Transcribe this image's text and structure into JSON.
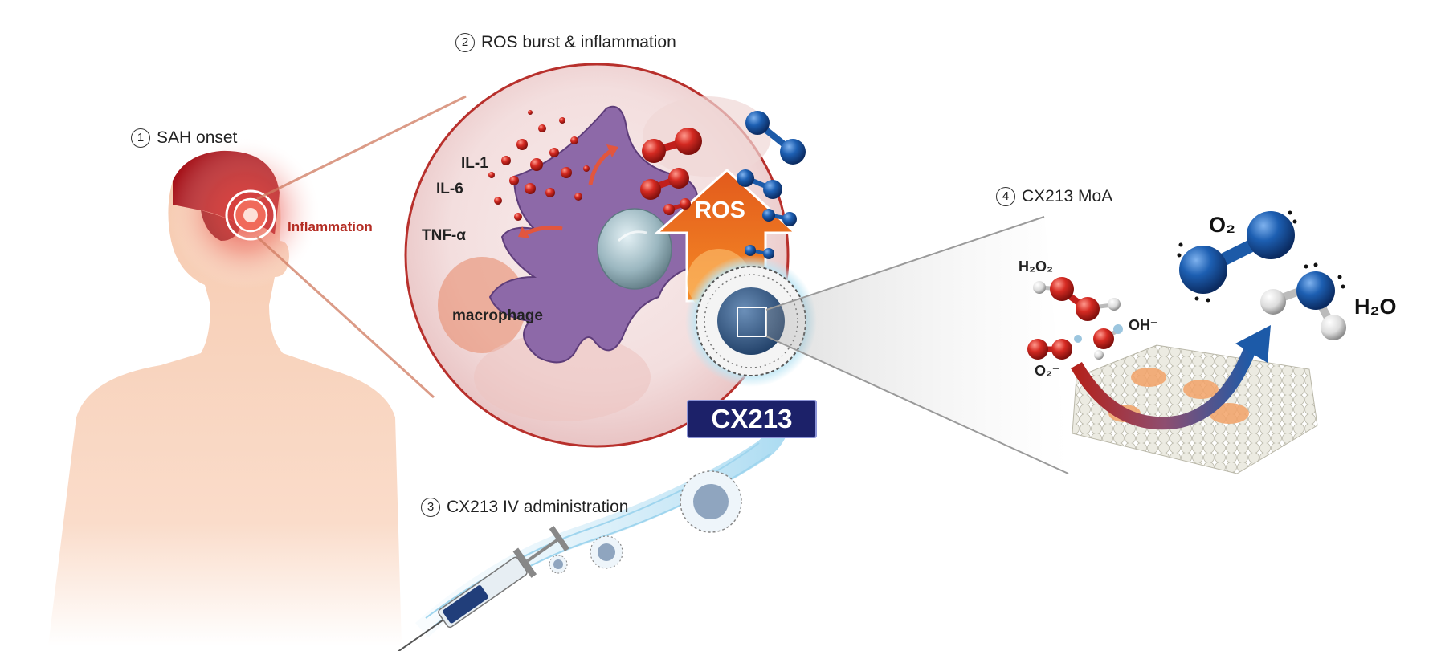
{
  "steps": {
    "s1": {
      "num": "1",
      "text": "SAH onset"
    },
    "s2": {
      "num": "2",
      "text": "ROS burst & inflammation"
    },
    "s3": {
      "num": "3",
      "text": "CX213 IV administration"
    },
    "s4": {
      "num": "4",
      "text": "CX213 MoA"
    }
  },
  "labels": {
    "inflammation": "Inflammation",
    "il1": "IL-1",
    "il6": "IL-6",
    "tnf": "TNF-α",
    "macrophage": "macrophage",
    "ros": "ROS",
    "product": "CX213"
  },
  "chem": {
    "h2o2": "H₂O₂",
    "oh": "OH⁻",
    "o2minus": "O₂⁻",
    "o2": "O₂",
    "h2o": "H₂O"
  },
  "colors": {
    "skin": "#f8d3bd",
    "inflammation_red": "#c0242a",
    "macrophage": "#8d69a8",
    "ros_orange": "#ee6a1f",
    "oxygen_red": "#d42a24",
    "oxygen_blue": "#1c5aa8",
    "badge_navy": "#1c2169"
  }
}
